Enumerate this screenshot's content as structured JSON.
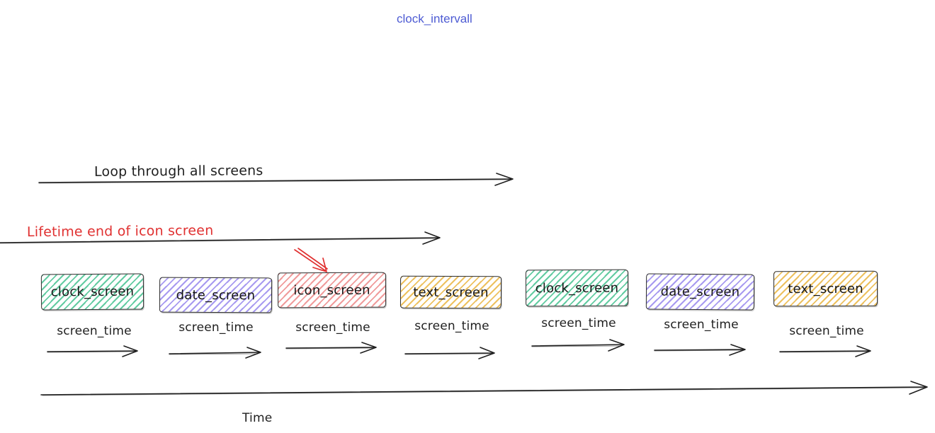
{
  "title": "clock_intervall",
  "annotations": {
    "loop_label": "Loop through all screens",
    "lifetime_label": "Lifetime end of icon screen",
    "time_label": "Time",
    "screen_time_label": "screen_time"
  },
  "screens": [
    {
      "label": "clock_screen",
      "color": "#62cba1"
    },
    {
      "label": "date_screen",
      "color": "#a79af0"
    },
    {
      "label": "icon_screen",
      "color": "#f09b9b",
      "pointer": "red-annotation-arrow"
    },
    {
      "label": "text_screen",
      "color": "#edc15f"
    },
    {
      "label": "clock_screen",
      "color": "#62cba1"
    },
    {
      "label": "date_screen",
      "color": "#a79af0"
    },
    {
      "label": "text_screen",
      "color": "#edc15f"
    }
  ],
  "colors": {
    "title_text": "#4d5bd3",
    "annotation_red": "#e03131",
    "ink": "#1f1f1f",
    "green_fill": "#62cba1",
    "purple_fill": "#a79af0",
    "red_fill": "#f09b9b",
    "yellow_fill": "#edc15f"
  }
}
